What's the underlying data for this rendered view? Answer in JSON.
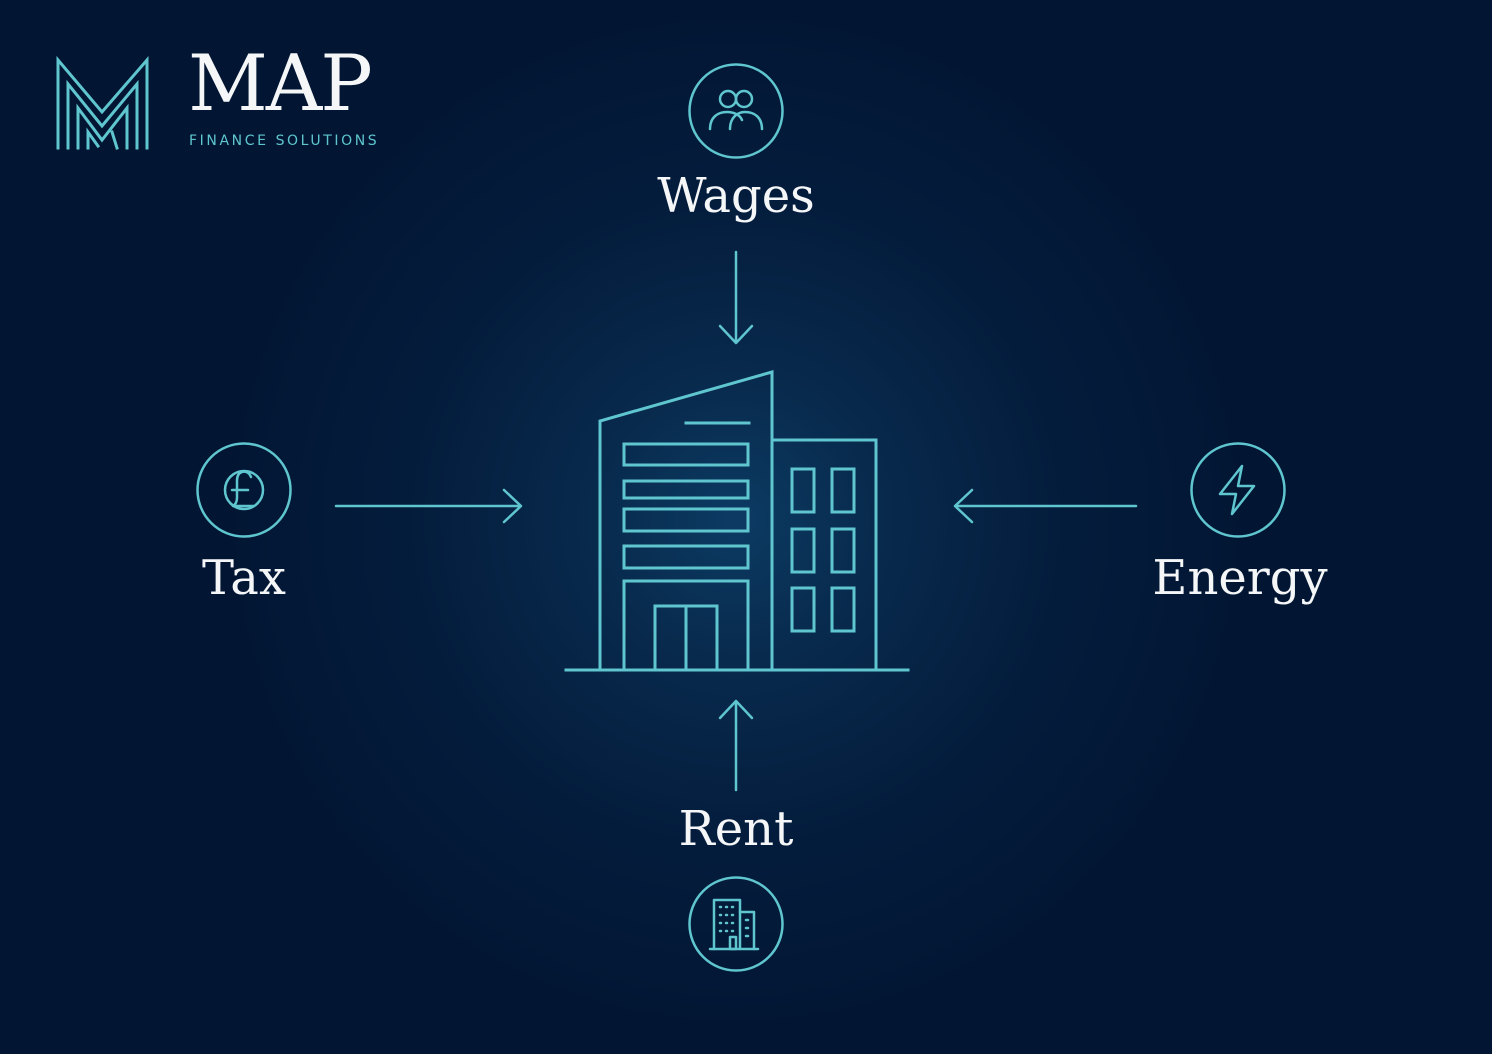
{
  "brand": {
    "name": "MAP",
    "tagline": "FINANCE SOLUTIONS",
    "icon": "m-monogram-logo"
  },
  "diagram": {
    "center_icon": "office-building-icon",
    "nodes": [
      {
        "id": "wages",
        "label": "Wages",
        "icon": "people-icon",
        "arrow_direction": "down"
      },
      {
        "id": "tax",
        "label": "Tax",
        "icon": "pound-sign-icon",
        "arrow_direction": "right"
      },
      {
        "id": "energy",
        "label": "Energy",
        "icon": "lightning-bolt-icon",
        "arrow_direction": "left"
      },
      {
        "id": "rent",
        "label": "Rent",
        "icon": "building-icon",
        "arrow_direction": "up"
      }
    ]
  },
  "colors": {
    "background": "#021633",
    "accent": "#5fc6cf",
    "text": "#f4f6f8"
  }
}
